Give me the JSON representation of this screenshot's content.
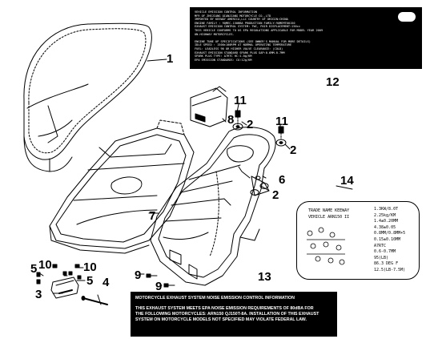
{
  "callouts": {
    "c1": "1",
    "c2a": "2",
    "c2b": "2",
    "c2c": "2",
    "c3": "3",
    "c4": "4",
    "c5a": "5",
    "c5b": "5",
    "c6": "6",
    "c7": "7",
    "c8": "8",
    "c9a": "9",
    "c9b": "9",
    "c10a": "10",
    "c10b": "10",
    "c11a": "11",
    "c11b": "11",
    "c12": "12",
    "c13": "13",
    "c14": "14"
  },
  "label12": {
    "lines": [
      "VEHICLE EMISSION CONTROL INFORMATION",
      "MFR OF ZHEJIANG QIANJIANG MOTORCYCLE CO.,LTD",
      "IMPORTED BY KEEWAY AMERICA,LLC          COUNTRY OF ORIGIN:CHINA",
      "ENGINE FAMILY : 9QMEC.150BBA          PRODUCTION FAMILY:9QMEMT00150",
      "EXHAUST EMISSION CONTROL SYSTEM: TWC, PAIR      DISPLACEMENT:150cc",
      "THIS VEHICLE CONFORMS TO US EPA REGULATIONS APPLICABLE FOR MODEL YEAR 2009",
      "ON-HIGHWAY MOTORCYCLES.",
      "",
      "ENGINE TUNE UP SPECIFICATIONS (SEE OWNER'S MANUAL FOR MORE DETAILS)",
      "IDLE SPEED : 1500±100RPM AT NORMAL OPERATING TEMPERATURE",
      "FUEL: LEADLESS 90 OR HIGHER        VALVE CLEARANCE:    (COLD)",
      "EXHAUST EMISSION STANDARD               SPARK PLUG GAP:0.6MM-0.7MM",
      "SPARK PLUG TYPE: A7RTC                  HC:1.0g/KM",
      "EPA EMISSION STANDARDS:         CO:12g/KM"
    ]
  },
  "label13": {
    "lines": [
      "MOTORCYCLE EXHAUST SYSTEM NOISE EMISSION CONTROL INFORMATION",
      "",
      "THIS EXHAUST SYSTEM MEETS EPA NOISE EMISSION REQUIREMENTS OF 80dBA FOR",
      "THE FOLLOWING  MOTORCYCLES:  ARN150 QJ150T-8A. INSTALLATION OF THIS EXHAUST",
      "SYSTEM ON MOTORCYCLE MODELS NOT SPECIFIED MAY VIOLATE FEDERAL LAW."
    ]
  },
  "label14": {
    "left_lines": [
      "TRADE NAME  KEEWAY",
      "VEHICLE  ARN150 II"
    ],
    "right_lines": [
      "1.3KW/8.0T",
      "2.25kg/KM",
      "1.4±0.20MM",
      "4.38±0.05",
      "0.8MM/0.8MM+5",
      "0.15±0.10MM",
      "A7RTC",
      "0.6-0.7MM",
      "95(LB)",
      "86.3 DEG F",
      "12.5(LB-7.5M)"
    ]
  },
  "colors": {
    "ink": "#000000",
    "paper": "#ffffff"
  }
}
